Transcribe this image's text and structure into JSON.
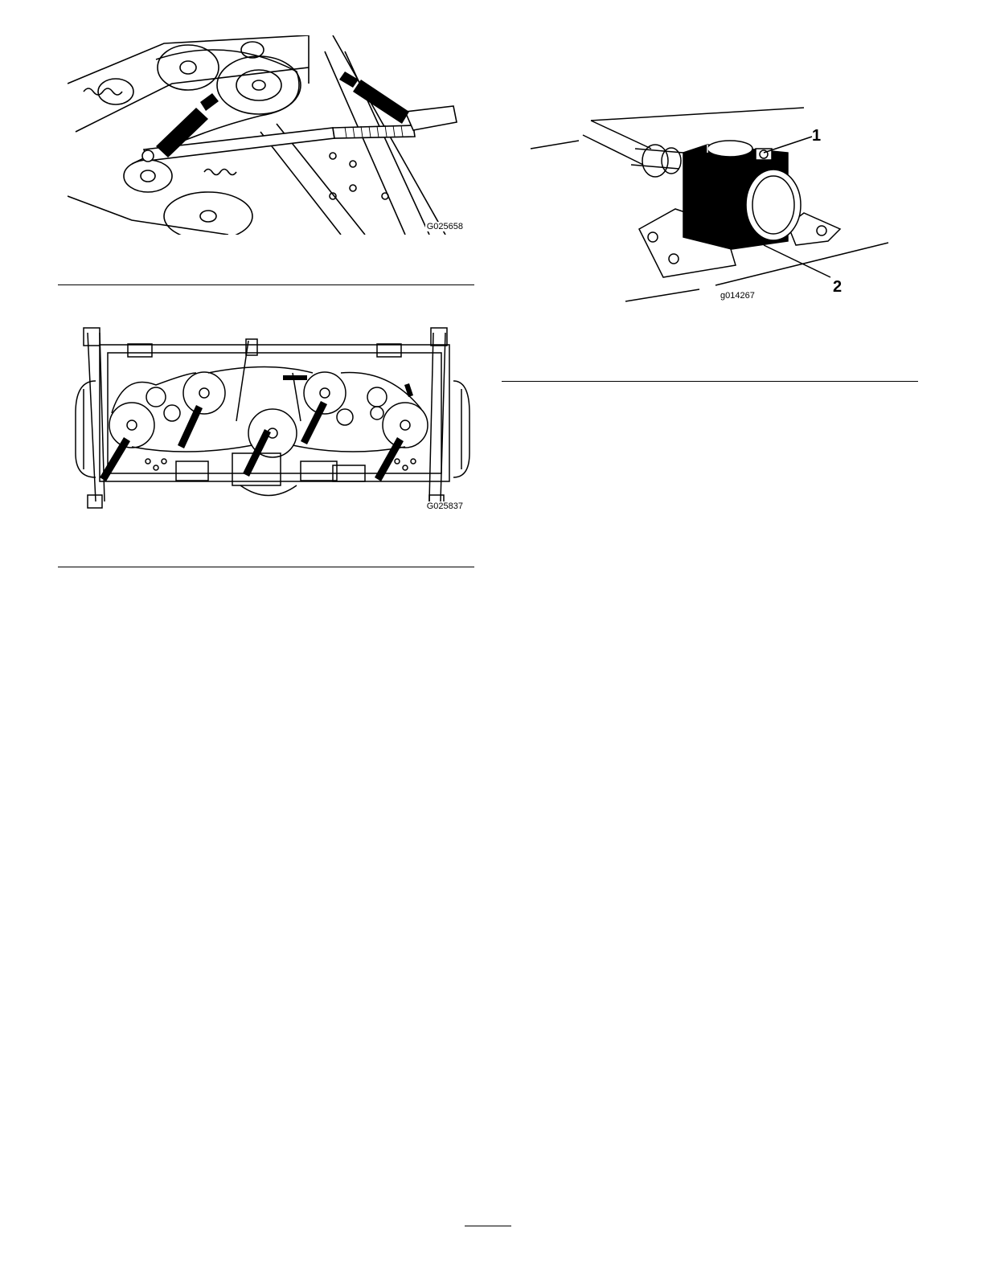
{
  "figures": {
    "top_left": {
      "id": "G025658"
    },
    "mid_left": {
      "id": "G025837"
    },
    "top_right": {
      "id": "g014267",
      "callouts": [
        "1",
        "2"
      ]
    }
  },
  "icons": {
    "top_left": "belt-drive-pulleys-with-support-bars",
    "mid_left": "mower-deck-overhead-with-support-bars",
    "top_right": "gearbox-with-drive-shaft"
  }
}
